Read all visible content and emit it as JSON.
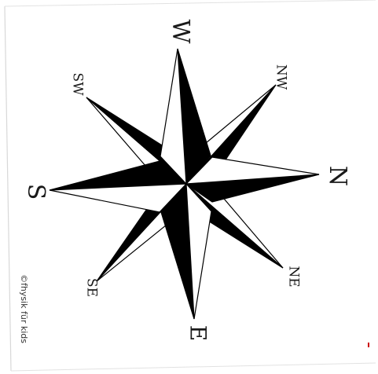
{
  "directions": {
    "W": "W",
    "NW": "NW",
    "N": "N",
    "NE": "NE",
    "E": "E",
    "SE": "SE",
    "S": "S",
    "SW": "SW"
  },
  "credit": "©fhysik für kids",
  "colors": {
    "ink": "#000000",
    "paper": "#ffffff",
    "accent_mark": "#cc0000"
  }
}
